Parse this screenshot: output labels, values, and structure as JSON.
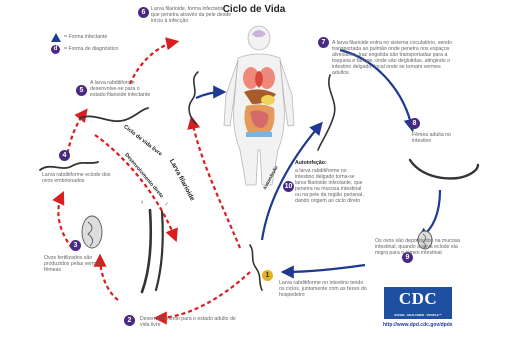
{
  "title": "Ciclo de Vida",
  "legend": {
    "infective": "= Forma infectante",
    "diagnostic": "= Forma de diagnóstico"
  },
  "steps": {
    "s1": {
      "num": "1",
      "text": "Larva rabditiforme no intestino tendo os ciclos, juntamente com as fezes do hospedeiro"
    },
    "s2": {
      "num": "2",
      "text": "Desenvolvimento para o estado adulto de vida livre"
    },
    "s3": {
      "num": "3",
      "text": "Ovos fertilizados são produzidos pelas vermes fêmeas"
    },
    "s4": {
      "num": "4",
      "text": "Larva rabditiforme eclode dos ovos embrionados"
    },
    "s5": {
      "num": "5",
      "text": "A larva rabditiforme desenvolve-se para o estado filarioide infectante"
    },
    "s6": {
      "num": "6",
      "text": "Larva filarioide, forma infectante que penetra através da pele desde início à infecção"
    },
    "s7": {
      "num": "7",
      "text": "A larva filarioide entra no sistema circulatório, sendo transportada ao pulmão onde penetra nos espaços alveolares, traz engolida são transportadas para a traqueia e faringe, onde são deglutidas, atingindo o intestino delgado, local onde se tornam vermes adultos."
    },
    "s8": {
      "num": "8",
      "text": "Fêmea adulta no intestino"
    },
    "s9": {
      "num": "9",
      "text": "Os ovos são depositados na mucosa intestinal, quando a larva eclode ela migra para o lúmen intestinal"
    },
    "s10": {
      "num": "10",
      "title": "Autoinfeção:",
      "text": "a larva rabditiforme no intestino delgado torna-se larva filarioide infectante, que penetra na mucosa intestinal ou na pele da região perianal, dando origem ao ciclo direto"
    }
  },
  "arrow_labels": {
    "free_living": "Ciclo de vida livre",
    "filarioide": "Larva filarioide",
    "direct": "Desenvolvimento direto",
    "autoinfection": "Autoinfeção"
  },
  "logo": {
    "text": "CDC",
    "sub": "SAFER · HEALTHIER · PEOPLE™",
    "url": "http://www.dpd.cdc.gov/dpdx"
  },
  "colors": {
    "free_living_arrow": "#d81e1e",
    "parasitic_arrow": "#1f3a93",
    "step_badge": "#4a2a80",
    "first_step_badge": "#e2b21f",
    "logo": "#1f4fa0"
  }
}
